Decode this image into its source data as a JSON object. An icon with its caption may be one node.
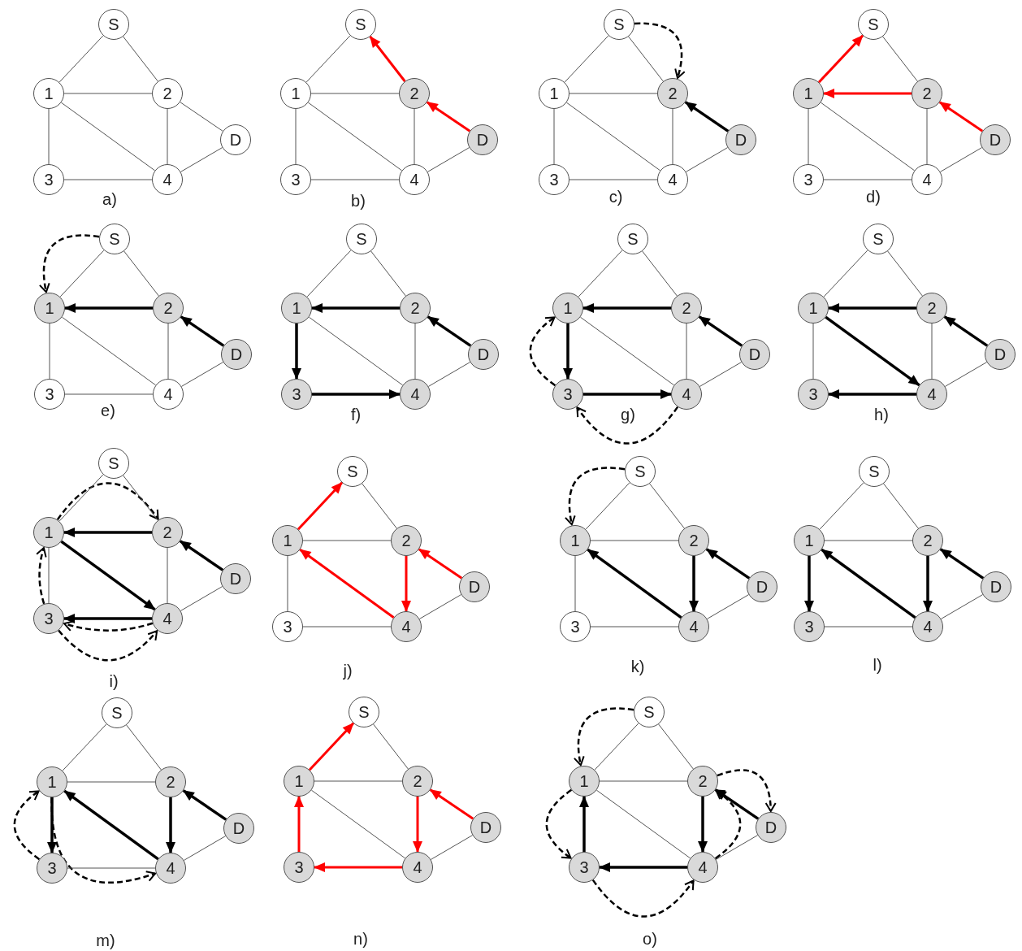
{
  "diagram": {
    "nodes": [
      {
        "text": [
          "S"
        ]
      },
      {
        "text": [
          "1"
        ]
      },
      {
        "text": [
          "2"
        ]
      },
      {
        "text": [
          "D"
        ]
      },
      {
        "text": [
          "3"
        ]
      },
      {
        "text": [
          "4"
        ]
      },
      {
        "text": [
          "S"
        ]
      },
      {
        "text": [
          "1"
        ]
      },
      {
        "text": [
          "2"
        ]
      },
      {
        "text": [
          "D"
        ]
      },
      {
        "text": [
          "3"
        ]
      },
      {
        "text": [
          "4"
        ]
      },
      {
        "text": [
          "S"
        ]
      },
      {
        "text": [
          "1"
        ]
      },
      {
        "text": [
          "2"
        ]
      },
      {
        "text": [
          "D"
        ]
      },
      {
        "text": [
          "3"
        ]
      },
      {
        "text": [
          "4"
        ]
      },
      {
        "text": [
          "S"
        ]
      },
      {
        "text": [
          "1"
        ]
      },
      {
        "text": [
          "2"
        ]
      },
      {
        "text": [
          "D"
        ]
      },
      {
        "text": [
          "3"
        ]
      },
      {
        "text": [
          "4"
        ]
      },
      {
        "text": [
          "S"
        ]
      },
      {
        "text": [
          "1"
        ]
      },
      {
        "text": [
          "2"
        ]
      },
      {
        "text": [
          "D"
        ]
      },
      {
        "text": [
          "3"
        ]
      },
      {
        "text": [
          "4"
        ]
      },
      {
        "text": [
          "S"
        ]
      },
      {
        "text": [
          "1"
        ]
      },
      {
        "text": [
          "2"
        ]
      },
      {
        "text": [
          "D"
        ]
      },
      {
        "text": [
          "3"
        ]
      },
      {
        "text": [
          "4"
        ]
      },
      {
        "text": [
          "S"
        ]
      },
      {
        "text": [
          "1"
        ]
      },
      {
        "text": [
          "2"
        ]
      },
      {
        "text": [
          "D"
        ]
      },
      {
        "text": [
          "3"
        ]
      },
      {
        "text": [
          "4"
        ]
      },
      {
        "text": [
          "S"
        ]
      },
      {
        "text": [
          "1"
        ]
      },
      {
        "text": [
          "2"
        ]
      },
      {
        "text": [
          "D"
        ]
      },
      {
        "text": [
          "3"
        ]
      },
      {
        "text": [
          "4"
        ]
      },
      {
        "text": [
          "S"
        ]
      },
      {
        "text": [
          "1"
        ]
      },
      {
        "text": [
          "2"
        ]
      },
      {
        "text": [
          "D"
        ]
      },
      {
        "text": [
          "3"
        ]
      },
      {
        "text": [
          "4"
        ]
      },
      {
        "text": [
          "S"
        ]
      },
      {
        "text": [
          "1"
        ]
      },
      {
        "text": [
          "2"
        ]
      },
      {
        "text": [
          "D"
        ]
      },
      {
        "text": [
          "3"
        ]
      },
      {
        "text": [
          "4"
        ]
      },
      {
        "text": [
          "S"
        ]
      },
      {
        "text": [
          "1"
        ]
      },
      {
        "text": [
          "2"
        ]
      },
      {
        "text": [
          "D"
        ]
      },
      {
        "text": [
          "3"
        ]
      },
      {
        "text": [
          "4"
        ]
      },
      {
        "text": [
          "S"
        ]
      },
      {
        "text": [
          "1"
        ]
      },
      {
        "text": [
          "2"
        ]
      },
      {
        "text": [
          "D"
        ]
      },
      {
        "text": [
          "3"
        ]
      },
      {
        "text": [
          "4"
        ]
      },
      {
        "text": [
          "S"
        ]
      },
      {
        "text": [
          "1"
        ]
      },
      {
        "text": [
          "2"
        ]
      },
      {
        "text": [
          "D"
        ]
      },
      {
        "text": [
          "3"
        ]
      },
      {
        "text": [
          "4"
        ]
      },
      {
        "text": [
          "S"
        ]
      },
      {
        "text": [
          "1"
        ]
      },
      {
        "text": [
          "2"
        ]
      },
      {
        "text": [
          "D"
        ]
      },
      {
        "text": [
          "3"
        ]
      },
      {
        "text": [
          "4"
        ]
      },
      {
        "text": [
          "S"
        ]
      },
      {
        "text": [
          "1"
        ]
      },
      {
        "text": [
          "2"
        ]
      },
      {
        "text": [
          "D"
        ]
      },
      {
        "text": [
          "3"
        ]
      },
      {
        "text": [
          "4"
        ]
      }
    ],
    "edges": [
      {
        "from": 0,
        "to": 1,
        "arrow": "none"
      },
      {
        "from": 0,
        "to": 2,
        "arrow": "none"
      },
      {
        "from": 1,
        "to": 2,
        "arrow": "none"
      },
      {
        "from": 1,
        "to": 4,
        "arrow": "none"
      },
      {
        "from": 1,
        "to": 5,
        "arrow": "none"
      },
      {
        "from": 2,
        "to": 5,
        "arrow": "none"
      },
      {
        "from": 2,
        "to": 3,
        "arrow": "none"
      },
      {
        "from": 4,
        "to": 5,
        "arrow": "none"
      },
      {
        "from": 5,
        "to": 3,
        "arrow": "none"
      },
      {
        "from": 9,
        "to": 8,
        "arrow": "to",
        "style": "thick",
        "color": "#ff0000"
      },
      {
        "from": 8,
        "to": 6,
        "arrow": "to",
        "style": "thick",
        "color": "#ff0000"
      },
      {
        "from": 6,
        "to": 7,
        "arrow": "none"
      },
      {
        "from": 7,
        "to": 8,
        "arrow": "none"
      },
      {
        "from": 7,
        "to": 10,
        "arrow": "none"
      },
      {
        "from": 7,
        "to": 11,
        "arrow": "none"
      },
      {
        "from": 8,
        "to": 11,
        "arrow": "none"
      },
      {
        "from": 10,
        "to": 11,
        "arrow": "none"
      },
      {
        "from": 11,
        "to": 9,
        "arrow": "none"
      },
      {
        "from": 15,
        "to": 14,
        "arrow": "to",
        "style": "thick"
      },
      {
        "from": 12,
        "to": 14,
        "arrow": "to",
        "style": "dashed"
      },
      {
        "from": 12,
        "to": 13,
        "arrow": "none"
      },
      {
        "from": 12,
        "to": 14,
        "arrow": "none"
      },
      {
        "from": 13,
        "to": 14,
        "arrow": "none"
      },
      {
        "from": 13,
        "to": 16,
        "arrow": "none"
      },
      {
        "from": 13,
        "to": 17,
        "arrow": "none"
      },
      {
        "from": 14,
        "to": 17,
        "arrow": "none"
      },
      {
        "from": 16,
        "to": 17,
        "arrow": "none"
      },
      {
        "from": 17,
        "to": 15,
        "arrow": "none"
      },
      {
        "from": 21,
        "to": 20,
        "arrow": "to",
        "style": "thick",
        "color": "#ff0000"
      },
      {
        "from": 20,
        "to": 19,
        "arrow": "to",
        "style": "thick",
        "color": "#ff0000"
      },
      {
        "from": 19,
        "to": 18,
        "arrow": "to",
        "style": "thick",
        "color": "#ff0000"
      },
      {
        "from": 18,
        "to": 20,
        "arrow": "none"
      },
      {
        "from": 19,
        "to": 22,
        "arrow": "none"
      },
      {
        "from": 19,
        "to": 23,
        "arrow": "none"
      },
      {
        "from": 20,
        "to": 23,
        "arrow": "none"
      },
      {
        "from": 22,
        "to": 23,
        "arrow": "none"
      },
      {
        "from": 23,
        "to": 21,
        "arrow": "none"
      },
      {
        "from": 27,
        "to": 26,
        "arrow": "to",
        "style": "thick"
      },
      {
        "from": 26,
        "to": 25,
        "arrow": "to",
        "style": "thick"
      },
      {
        "from": 24,
        "to": 25,
        "arrow": "to",
        "style": "dashed"
      },
      {
        "from": 24,
        "to": 25,
        "arrow": "none"
      },
      {
        "from": 24,
        "to": 26,
        "arrow": "none"
      },
      {
        "from": 25,
        "to": 28,
        "arrow": "none"
      },
      {
        "from": 25,
        "to": 29,
        "arrow": "none"
      },
      {
        "from": 26,
        "to": 29,
        "arrow": "none"
      },
      {
        "from": 28,
        "to": 29,
        "arrow": "none"
      },
      {
        "from": 29,
        "to": 27,
        "arrow": "none"
      },
      {
        "from": 33,
        "to": 32,
        "arrow": "to",
        "style": "thick"
      },
      {
        "from": 32,
        "to": 31,
        "arrow": "to",
        "style": "thick"
      },
      {
        "from": 31,
        "to": 34,
        "arrow": "to",
        "style": "thick"
      },
      {
        "from": 34,
        "to": 35,
        "arrow": "to",
        "style": "thick"
      },
      {
        "from": 30,
        "to": 31,
        "arrow": "none"
      },
      {
        "from": 30,
        "to": 32,
        "arrow": "none"
      },
      {
        "from": 31,
        "to": 35,
        "arrow": "none"
      },
      {
        "from": 32,
        "to": 35,
        "arrow": "none"
      },
      {
        "from": 35,
        "to": 33,
        "arrow": "none"
      },
      {
        "from": 39,
        "to": 38,
        "arrow": "to",
        "style": "thick"
      },
      {
        "from": 38,
        "to": 37,
        "arrow": "to",
        "style": "thick"
      },
      {
        "from": 37,
        "to": 40,
        "arrow": "to",
        "style": "thick"
      },
      {
        "from": 40,
        "to": 41,
        "arrow": "to",
        "style": "thick"
      },
      {
        "from": 40,
        "to": 37,
        "arrow": "to",
        "style": "dashed"
      },
      {
        "from": 41,
        "to": 40,
        "arrow": "to",
        "style": "dashed"
      },
      {
        "from": 36,
        "to": 37,
        "arrow": "none"
      },
      {
        "from": 36,
        "to": 38,
        "arrow": "none"
      },
      {
        "from": 37,
        "to": 41,
        "arrow": "none"
      },
      {
        "from": 38,
        "to": 41,
        "arrow": "none"
      },
      {
        "from": 41,
        "to": 39,
        "arrow": "none"
      },
      {
        "from": 45,
        "to": 44,
        "arrow": "to",
        "style": "thick"
      },
      {
        "from": 44,
        "to": 43,
        "arrow": "to",
        "style": "thick"
      },
      {
        "from": 43,
        "to": 47,
        "arrow": "to",
        "style": "thick"
      },
      {
        "from": 47,
        "to": 46,
        "arrow": "to",
        "style": "thick"
      },
      {
        "from": 42,
        "to": 43,
        "arrow": "none"
      },
      {
        "from": 42,
        "to": 44,
        "arrow": "none"
      },
      {
        "from": 43,
        "to": 46,
        "arrow": "none"
      },
      {
        "from": 44,
        "to": 47,
        "arrow": "none"
      },
      {
        "from": 47,
        "to": 45,
        "arrow": "none"
      },
      {
        "from": 51,
        "to": 50,
        "arrow": "to",
        "style": "thick"
      },
      {
        "from": 50,
        "to": 49,
        "arrow": "to",
        "style": "thick"
      },
      {
        "from": 49,
        "to": 53,
        "arrow": "to",
        "style": "thick"
      },
      {
        "from": 53,
        "to": 52,
        "arrow": "to",
        "style": "thick"
      },
      {
        "from": 49,
        "to": 50,
        "arrow": "to",
        "style": "dashed"
      },
      {
        "from": 52,
        "to": 49,
        "arrow": "to",
        "style": "dashed"
      },
      {
        "from": 53,
        "to": 52,
        "arrow": "to",
        "style": "dashed"
      },
      {
        "from": 52,
        "to": 53,
        "arrow": "to",
        "style": "dashed"
      },
      {
        "from": 48,
        "to": 49,
        "arrow": "none"
      },
      {
        "from": 48,
        "to": 50,
        "arrow": "none"
      },
      {
        "from": 49,
        "to": 52,
        "arrow": "none"
      },
      {
        "from": 50,
        "to": 53,
        "arrow": "none"
      },
      {
        "from": 53,
        "to": 51,
        "arrow": "none"
      },
      {
        "from": 55,
        "to": 54,
        "arrow": "to",
        "style": "thick",
        "color": "#ff0000"
      },
      {
        "from": 59,
        "to": 55,
        "arrow": "to",
        "style": "thick",
        "color": "#ff0000"
      },
      {
        "from": 56,
        "to": 59,
        "arrow": "to",
        "style": "thick",
        "color": "#ff0000"
      },
      {
        "from": 57,
        "to": 56,
        "arrow": "to",
        "style": "thick",
        "color": "#ff0000"
      },
      {
        "from": 54,
        "to": 56,
        "arrow": "none"
      },
      {
        "from": 55,
        "to": 56,
        "arrow": "none"
      },
      {
        "from": 55,
        "to": 58,
        "arrow": "none"
      },
      {
        "from": 58,
        "to": 59,
        "arrow": "none"
      },
      {
        "from": 59,
        "to": 57,
        "arrow": "none"
      },
      {
        "from": 63,
        "to": 62,
        "arrow": "to",
        "style": "thick"
      },
      {
        "from": 62,
        "to": 65,
        "arrow": "to",
        "style": "thick"
      },
      {
        "from": 65,
        "to": 61,
        "arrow": "to",
        "style": "thick"
      },
      {
        "from": 60,
        "to": 61,
        "arrow": "to",
        "style": "dashed"
      },
      {
        "from": 60,
        "to": 61,
        "arrow": "none"
      },
      {
        "from": 60,
        "to": 62,
        "arrow": "none"
      },
      {
        "from": 61,
        "to": 62,
        "arrow": "none"
      },
      {
        "from": 61,
        "to": 64,
        "arrow": "none"
      },
      {
        "from": 64,
        "to": 65,
        "arrow": "none"
      },
      {
        "from": 65,
        "to": 63,
        "arrow": "none"
      },
      {
        "from": 69,
        "to": 68,
        "arrow": "to",
        "style": "thick"
      },
      {
        "from": 68,
        "to": 71,
        "arrow": "to",
        "style": "thick"
      },
      {
        "from": 71,
        "to": 67,
        "arrow": "to",
        "style": "thick"
      },
      {
        "from": 67,
        "to": 70,
        "arrow": "to",
        "style": "thick"
      },
      {
        "from": 66,
        "to": 67,
        "arrow": "none"
      },
      {
        "from": 66,
        "to": 68,
        "arrow": "none"
      },
      {
        "from": 67,
        "to": 68,
        "arrow": "none"
      },
      {
        "from": 70,
        "to": 71,
        "arrow": "none"
      },
      {
        "from": 71,
        "to": 69,
        "arrow": "none"
      },
      {
        "from": 75,
        "to": 74,
        "arrow": "to",
        "style": "thick"
      },
      {
        "from": 74,
        "to": 77,
        "arrow": "to",
        "style": "thick"
      },
      {
        "from": 77,
        "to": 73,
        "arrow": "to",
        "style": "thick"
      },
      {
        "from": 73,
        "to": 76,
        "arrow": "to",
        "style": "thick"
      },
      {
        "from": 76,
        "to": 73,
        "arrow": "to",
        "style": "dashed"
      },
      {
        "from": 73,
        "to": 77,
        "arrow": "to",
        "style": "dashed"
      },
      {
        "from": 72,
        "to": 73,
        "arrow": "none"
      },
      {
        "from": 72,
        "to": 74,
        "arrow": "none"
      },
      {
        "from": 73,
        "to": 74,
        "arrow": "none"
      },
      {
        "from": 76,
        "to": 77,
        "arrow": "none"
      },
      {
        "from": 77,
        "to": 75,
        "arrow": "none"
      },
      {
        "from": 79,
        "to": 78,
        "arrow": "to",
        "style": "thick",
        "color": "#ff0000"
      },
      {
        "from": 82,
        "to": 79,
        "arrow": "to",
        "style": "thick",
        "color": "#ff0000"
      },
      {
        "from": 83,
        "to": 82,
        "arrow": "to",
        "style": "thick",
        "color": "#ff0000"
      },
      {
        "from": 80,
        "to": 83,
        "arrow": "to",
        "style": "thick",
        "color": "#ff0000"
      },
      {
        "from": 81,
        "to": 80,
        "arrow": "to",
        "style": "thick",
        "color": "#ff0000"
      },
      {
        "from": 78,
        "to": 80,
        "arrow": "none"
      },
      {
        "from": 79,
        "to": 80,
        "arrow": "none"
      },
      {
        "from": 79,
        "to": 83,
        "arrow": "none"
      },
      {
        "from": 83,
        "to": 81,
        "arrow": "none"
      },
      {
        "from": 87,
        "to": 86,
        "arrow": "to",
        "style": "thick"
      },
      {
        "from": 86,
        "to": 89,
        "arrow": "to",
        "style": "thick"
      },
      {
        "from": 89,
        "to": 88,
        "arrow": "to",
        "style": "thick"
      },
      {
        "from": 88,
        "to": 85,
        "arrow": "to",
        "style": "thick"
      },
      {
        "from": 84,
        "to": 85,
        "arrow": "to",
        "style": "dashed"
      },
      {
        "from": 85,
        "to": 88,
        "arrow": "to",
        "style": "dashed"
      },
      {
        "from": 88,
        "to": 89,
        "arrow": "to",
        "style": "dashed"
      },
      {
        "from": 86,
        "to": 87,
        "arrow": "to",
        "style": "dashed"
      },
      {
        "from": 89,
        "to": 86,
        "arrow": "to",
        "style": "dashed"
      },
      {
        "from": 84,
        "to": 85,
        "arrow": "none"
      },
      {
        "from": 84,
        "to": 86,
        "arrow": "none"
      },
      {
        "from": 85,
        "to": 86,
        "arrow": "none"
      },
      {
        "from": 85,
        "to": 89,
        "arrow": "none"
      },
      {
        "from": 89,
        "to": 87,
        "arrow": "none"
      }
    ],
    "labels": [
      "a)",
      "b)",
      "c)",
      "d)",
      "e)",
      "f)",
      "g)",
      "h)",
      "i)",
      "j)",
      "k)",
      "l)",
      "m)",
      "n)",
      "o)"
    ]
  }
}
